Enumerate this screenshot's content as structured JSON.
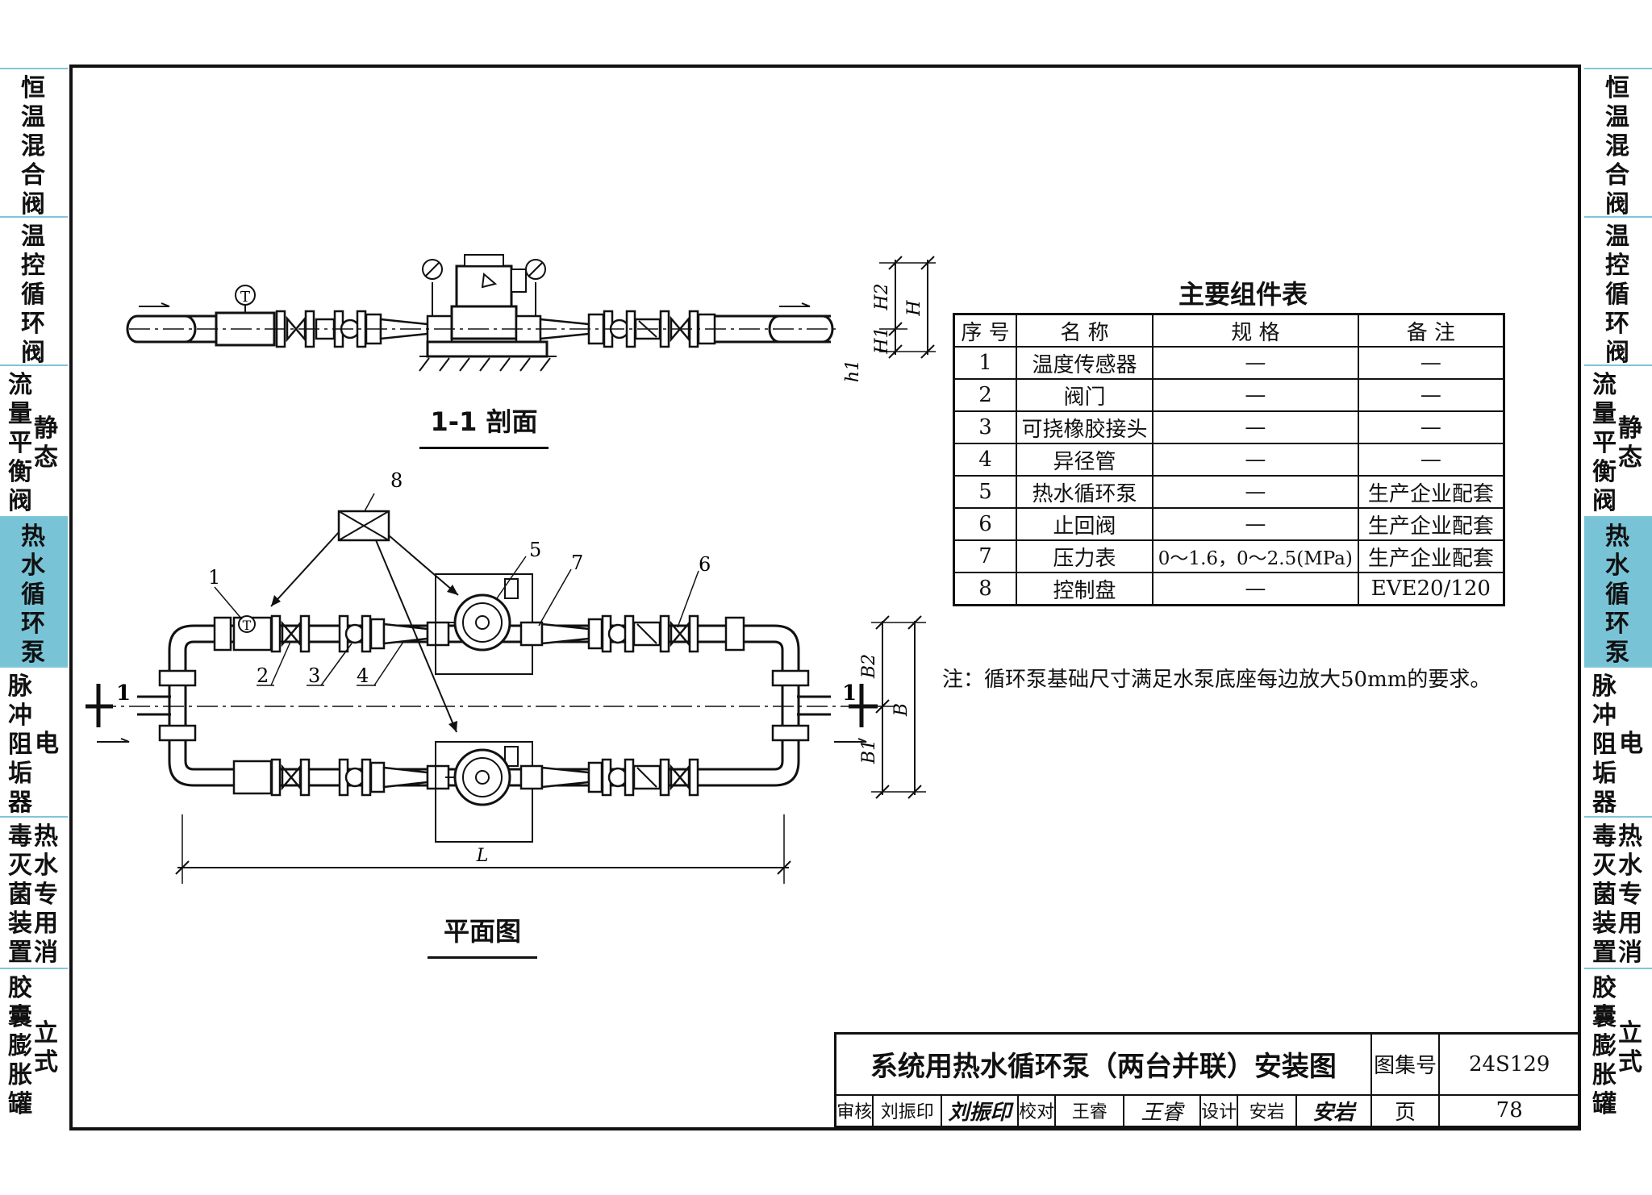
{
  "side_tabs": [
    {
      "cols": [
        "恒温混合阀"
      ],
      "active": false
    },
    {
      "cols": [
        "温控循环阀"
      ],
      "active": false
    },
    {
      "cols": [
        "流量平衡阀",
        "静态"
      ],
      "active": false
    },
    {
      "cols": [
        "热水循环泵"
      ],
      "active": true
    },
    {
      "cols": [
        "脉冲阻垢器",
        "电"
      ],
      "active": false
    },
    {
      "cols": [
        "毒灭菌装置",
        "热水专用消"
      ],
      "active": false
    },
    {
      "cols": [
        "胶囊膨胀罐",
        "立式"
      ],
      "active": false
    }
  ],
  "section": {
    "label": "1-1 剖面",
    "dims": {
      "h2": "H2",
      "h": "H",
      "h1u": "H1",
      "h1": "h1"
    },
    "sensor_symbol": "T"
  },
  "plan": {
    "label": "平面图",
    "callouts": [
      "1",
      "2",
      "3",
      "4",
      "5",
      "6",
      "7",
      "8"
    ],
    "section_mark": "1",
    "dims": {
      "b2": "B2",
      "b": "B",
      "b1": "B1",
      "l": "L"
    },
    "sensor_symbol": "T"
  },
  "table": {
    "title": "主要组件表",
    "headers": [
      "序 号",
      "名  称",
      "规  格",
      "备  注"
    ],
    "rows": [
      [
        "1",
        "温度传感器",
        "—",
        "—"
      ],
      [
        "2",
        "阀门",
        "—",
        "—"
      ],
      [
        "3",
        "可挠橡胶接头",
        "—",
        "—"
      ],
      [
        "4",
        "异径管",
        "—",
        "—"
      ],
      [
        "5",
        "热水循环泵",
        "—",
        "生产企业配套"
      ],
      [
        "6",
        "止回阀",
        "—",
        "生产企业配套"
      ],
      [
        "7",
        "压力表",
        "0～1.6，0～2.5(MPa)",
        "生产企业配套"
      ],
      [
        "8",
        "控制盘",
        "—",
        "EVE20/120"
      ]
    ]
  },
  "note": "注：循环泵基础尺寸满足水泵底座每边放大50mm的要求。",
  "title_block": {
    "title": "系统用热水循环泵（两台并联）安装图",
    "atlas_label": "图集号",
    "atlas_no": "24S129",
    "review_label": "审核",
    "reviewer": "刘振印",
    "check_label": "校对",
    "checker": "王睿",
    "design_label": "设计",
    "designer": "安岩",
    "page_label": "页",
    "page_no": "78",
    "sig1": "刘振印",
    "sig2": "王睿",
    "sig3": "安岩"
  },
  "colors": {
    "accent": "#79c3d6",
    "line": "#111111"
  }
}
